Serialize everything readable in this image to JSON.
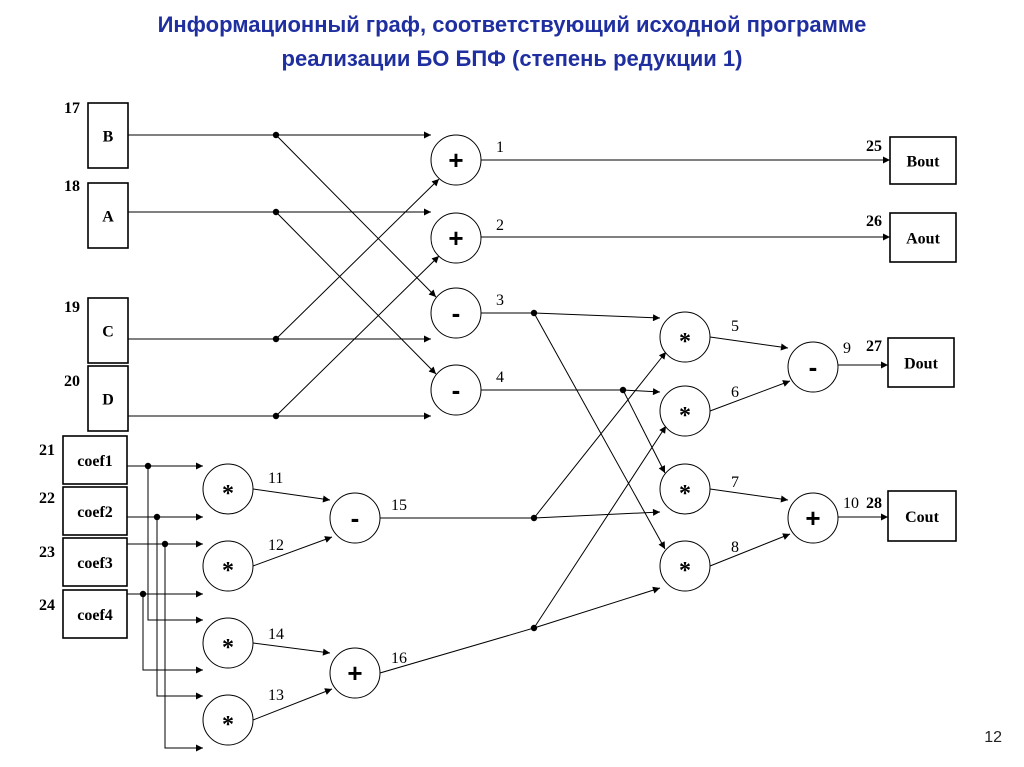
{
  "title_line1": "Информационный граф, соответствующий исходной программе",
  "title_line2": "реализации БО БПФ (степень редукции 1)",
  "page_number": "12",
  "inputs": [
    {
      "id": "B",
      "label": "B",
      "number": "17"
    },
    {
      "id": "A",
      "label": "A",
      "number": "18"
    },
    {
      "id": "C",
      "label": "C",
      "number": "19"
    },
    {
      "id": "D",
      "label": "D",
      "number": "20"
    },
    {
      "id": "coef1",
      "label": "coef1",
      "number": "21"
    },
    {
      "id": "coef2",
      "label": "coef2",
      "number": "22"
    },
    {
      "id": "coef3",
      "label": "coef3",
      "number": "23"
    },
    {
      "id": "coef4",
      "label": "coef4",
      "number": "24"
    }
  ],
  "outputs": [
    {
      "id": "Bout",
      "label": "Bout",
      "number": "25"
    },
    {
      "id": "Aout",
      "label": "Aout",
      "number": "26"
    },
    {
      "id": "Dout",
      "label": "Dout",
      "number": "27"
    },
    {
      "id": "Cout",
      "label": "Cout",
      "number": "28"
    }
  ],
  "operations": [
    {
      "id": "n1",
      "op": "+",
      "number": "1"
    },
    {
      "id": "n2",
      "op": "+",
      "number": "2"
    },
    {
      "id": "n3",
      "op": "-",
      "number": "3"
    },
    {
      "id": "n4",
      "op": "-",
      "number": "4"
    },
    {
      "id": "n5",
      "op": "*",
      "number": "5"
    },
    {
      "id": "n6",
      "op": "*",
      "number": "6"
    },
    {
      "id": "n7",
      "op": "*",
      "number": "7"
    },
    {
      "id": "n8",
      "op": "*",
      "number": "8"
    },
    {
      "id": "n9",
      "op": "-",
      "number": "9"
    },
    {
      "id": "n10",
      "op": "+",
      "number": "10"
    },
    {
      "id": "n11",
      "op": "*",
      "number": "11"
    },
    {
      "id": "n12",
      "op": "*",
      "number": "12"
    },
    {
      "id": "n14",
      "op": "*",
      "number": "14"
    },
    {
      "id": "n13",
      "op": "*",
      "number": "13"
    },
    {
      "id": "n15",
      "op": "-",
      "number": "15"
    },
    {
      "id": "n16",
      "op": "+",
      "number": "16"
    }
  ],
  "edges": [
    [
      "B",
      "n1"
    ],
    [
      "B",
      "n3"
    ],
    [
      "A",
      "n2"
    ],
    [
      "A",
      "n4"
    ],
    [
      "C",
      "n1"
    ],
    [
      "C",
      "n3"
    ],
    [
      "D",
      "n2"
    ],
    [
      "D",
      "n4"
    ],
    [
      "n1",
      "Bout"
    ],
    [
      "n2",
      "Aout"
    ],
    [
      "n3",
      "n5"
    ],
    [
      "n3",
      "n8"
    ],
    [
      "n4",
      "n6"
    ],
    [
      "n4",
      "n7"
    ],
    [
      "n15",
      "n5"
    ],
    [
      "n15",
      "n7"
    ],
    [
      "n16",
      "n6"
    ],
    [
      "n16",
      "n8"
    ],
    [
      "n5",
      "n9"
    ],
    [
      "n6",
      "n9"
    ],
    [
      "n7",
      "n10"
    ],
    [
      "n8",
      "n10"
    ],
    [
      "n9",
      "Dout"
    ],
    [
      "n10",
      "Cout"
    ],
    [
      "coef1",
      "n11"
    ],
    [
      "coef1",
      "n14"
    ],
    [
      "coef2",
      "n11"
    ],
    [
      "coef2",
      "n13"
    ],
    [
      "coef3",
      "n12"
    ],
    [
      "coef3",
      "n13"
    ],
    [
      "coef4",
      "n12"
    ],
    [
      "coef4",
      "n14"
    ],
    [
      "n11",
      "n15"
    ],
    [
      "n12",
      "n15"
    ],
    [
      "n14",
      "n16"
    ],
    [
      "n13",
      "n16"
    ]
  ]
}
